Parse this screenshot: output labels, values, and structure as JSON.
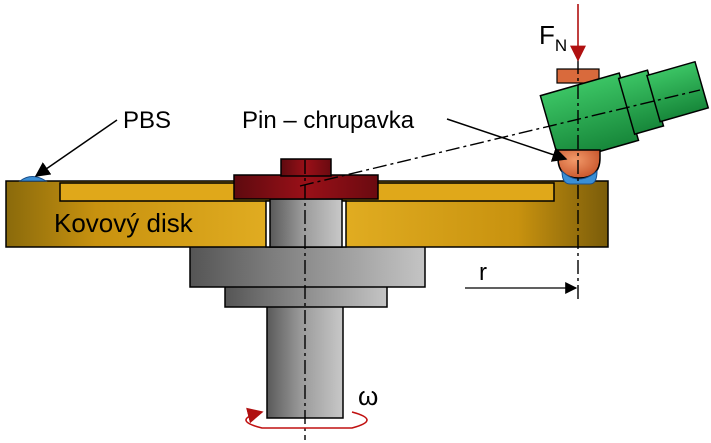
{
  "labels": {
    "force_main": "F",
    "force_sub": "N",
    "pbs": "PBS",
    "pin": "Pin – chrupavka",
    "disk": "Kovový disk",
    "radius": "r",
    "omega": "ω"
  },
  "colors": {
    "disk_dark": "#8a6a0c",
    "disk_light": "#e0a81a",
    "pin_head": "#8b0d14",
    "shaft_grey": "#9a9a9a",
    "holder_green": "#1fa84a",
    "tip_orange": "#e07040",
    "fluid_blue": "#3a8fd6",
    "force_arrow": "#b01010",
    "omega_arrow": "#c01010"
  }
}
